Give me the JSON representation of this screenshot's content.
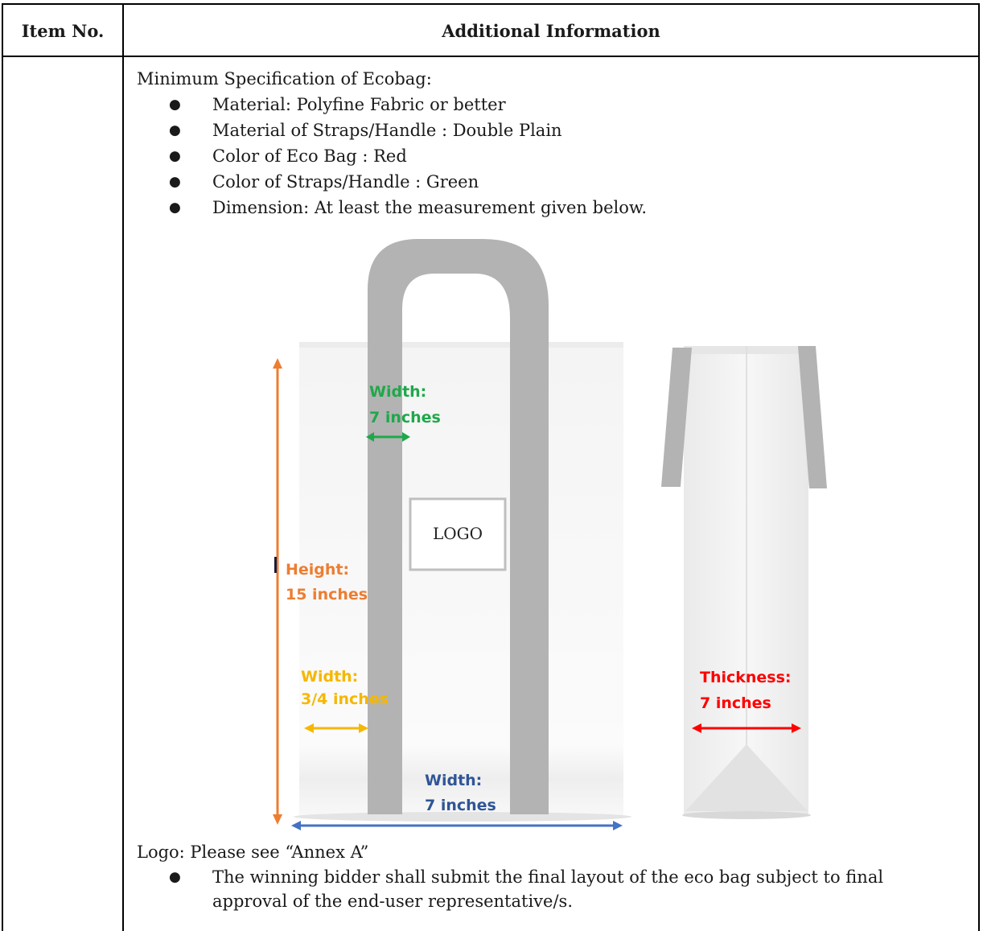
{
  "table": {
    "header": {
      "item_no": "Item No.",
      "additional_info": "Additional Information"
    }
  },
  "spec": {
    "intro": "Minimum Specification of Ecobag:",
    "items": [
      "Material: Polyfine Fabric or better",
      "Material of Straps/Handle : Double Plain",
      "Color of Eco Bag : Red",
      "Color of Straps/Handle : Green",
      "Dimension: At least the measurement given below."
    ]
  },
  "diagram": {
    "logo_box": "LOGO",
    "labels": {
      "strap_width": [
        "Width:",
        "7 inches"
      ],
      "height": [
        "Height:",
        "15 inches"
      ],
      "edge_width": [
        "Width:",
        "3/4 inches"
      ],
      "bottom_width": [
        "Width:",
        "7 inches"
      ],
      "thickness": [
        "Thickness:",
        "7 inches"
      ]
    },
    "colors": {
      "green": "#1fa84a",
      "orange": "#ed7d31",
      "yellow": "#f5b700",
      "blue": "#2f5597",
      "blue_arrow": "#4472c4",
      "red": "#ff0000",
      "strap": "#b3b3b3"
    }
  },
  "logo": {
    "text": "Logo: Please see “Annex A”",
    "notes": [
      "The winning bidder shall submit the final layout of the eco bag subject to final approval of the end-user representative/s."
    ]
  }
}
